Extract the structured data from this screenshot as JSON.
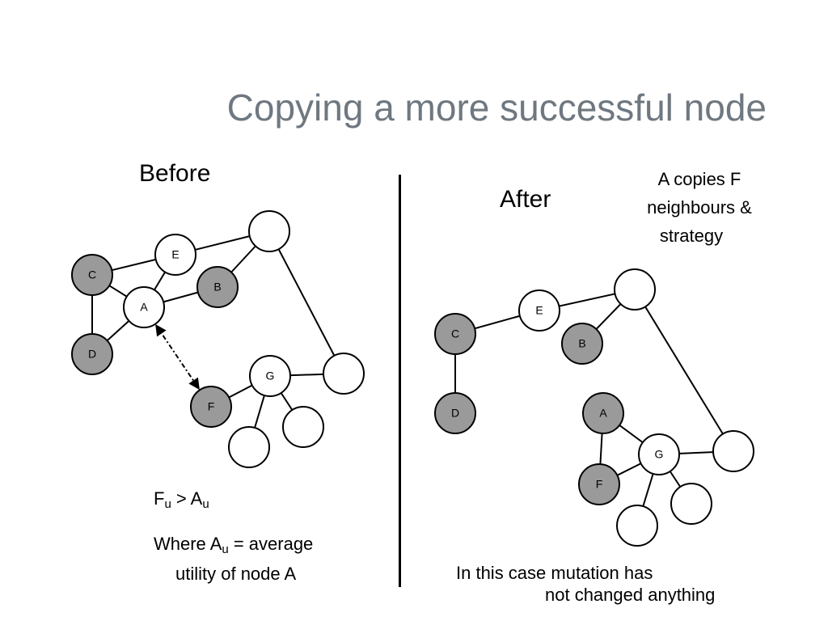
{
  "title": "Copying a more successful node",
  "before": {
    "heading": "Before",
    "formula": {
      "f": "F",
      "f_sub": "u",
      "op": " > ",
      "a": "A",
      "a_sub": "u"
    },
    "where": {
      "line1_pre": "Where A",
      "line1_sub": "u",
      "line1_post": " = average",
      "line2": "utility of node A"
    }
  },
  "after": {
    "heading": "After",
    "note_lines": [
      "A copies F",
      "neighbours &",
      "strategy"
    ],
    "caption_lines": [
      "In this case mutation has",
      "not changed anything"
    ]
  },
  "colors": {
    "shaded": "#9a9a9a",
    "unshaded": "#ffffff",
    "title": "#6f7880"
  },
  "graphs": {
    "before": {
      "nodes": [
        {
          "id": "C",
          "label": "C",
          "shaded": true
        },
        {
          "id": "E",
          "label": "E",
          "shaded": false
        },
        {
          "id": "B",
          "label": "B",
          "shaded": true
        },
        {
          "id": "A",
          "label": "A",
          "shaded": false
        },
        {
          "id": "D",
          "label": "D",
          "shaded": true
        },
        {
          "id": "F",
          "label": "F",
          "shaded": true
        },
        {
          "id": "G",
          "label": "G",
          "shaded": false
        },
        {
          "id": "N1",
          "label": "",
          "shaded": false
        },
        {
          "id": "N2",
          "label": "",
          "shaded": false
        },
        {
          "id": "N3",
          "label": "",
          "shaded": false
        },
        {
          "id": "N4",
          "label": "",
          "shaded": false
        }
      ],
      "edges": [
        [
          "C",
          "E"
        ],
        [
          "C",
          "A"
        ],
        [
          "C",
          "D"
        ],
        [
          "D",
          "A"
        ],
        [
          "A",
          "E"
        ],
        [
          "A",
          "B"
        ],
        [
          "E",
          "N1"
        ],
        [
          "B",
          "N1"
        ],
        [
          "N1",
          "N2"
        ],
        [
          "N2",
          "G"
        ],
        [
          "G",
          "F"
        ],
        [
          "G",
          "N3"
        ],
        [
          "G",
          "N4"
        ]
      ],
      "dashed": [
        [
          "A",
          "F"
        ]
      ]
    },
    "after": {
      "nodes": [
        {
          "id": "C",
          "label": "C",
          "shaded": true
        },
        {
          "id": "E",
          "label": "E",
          "shaded": false
        },
        {
          "id": "B",
          "label": "B",
          "shaded": true
        },
        {
          "id": "D",
          "label": "D",
          "shaded": true
        },
        {
          "id": "A",
          "label": "A",
          "shaded": true
        },
        {
          "id": "G",
          "label": "G",
          "shaded": false
        },
        {
          "id": "F",
          "label": "F",
          "shaded": true
        },
        {
          "id": "N1",
          "label": "",
          "shaded": false
        },
        {
          "id": "N2",
          "label": "",
          "shaded": false
        },
        {
          "id": "N3",
          "label": "",
          "shaded": false
        },
        {
          "id": "N4",
          "label": "",
          "shaded": false
        }
      ],
      "edges": [
        [
          "C",
          "E"
        ],
        [
          "C",
          "D"
        ],
        [
          "E",
          "N1"
        ],
        [
          "B",
          "N1"
        ],
        [
          "N1",
          "N2"
        ],
        [
          "N2",
          "G"
        ],
        [
          "G",
          "A"
        ],
        [
          "G",
          "F"
        ],
        [
          "A",
          "F"
        ],
        [
          "G",
          "N3"
        ],
        [
          "G",
          "N4"
        ]
      ],
      "dashed": []
    }
  }
}
